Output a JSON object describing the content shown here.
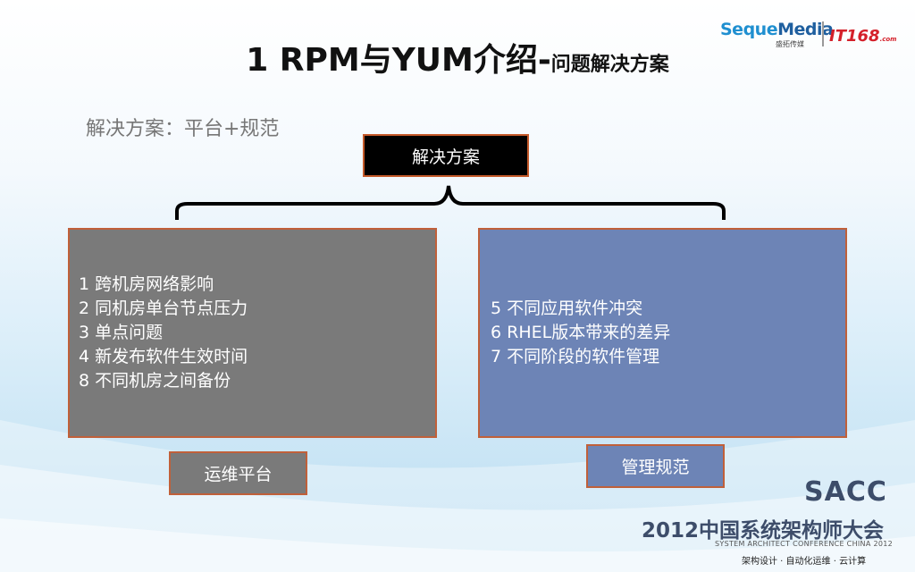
{
  "slide": {
    "title_main": "1 RPM与YUM介绍-",
    "title_sub": "问题解决方案",
    "lead": "解决方案：平台+规范",
    "top_box": "解决方案",
    "left_panel": {
      "items": [
        "1 跨机房网络影响",
        "2 同机房单台节点压力",
        "3 单点问题",
        "4 新发布软件生效时间",
        "8 不同机房之间备份"
      ],
      "label": "运维平台"
    },
    "right_panel": {
      "items": [
        "5 不同应用软件冲突",
        "6 RHEL版本带来的差异",
        "7 不同阶段的软件管理"
      ],
      "label": "管理规范"
    }
  },
  "logo": {
    "seque_a": "Seque",
    "seque_b": "Media",
    "seque_cn": "盛拓传媒",
    "it168": "IT168",
    "it168_suffix": ".com"
  },
  "footer": {
    "sacc": "SACC",
    "conference": "2012中国系统架构师大会",
    "conference_en": "SYSTEM ARCHITECT CONFERENCE CHINA 2012",
    "tagline": "架构设计 · 自动化运维 · 云计算"
  },
  "colors": {
    "left_panel": "#7a7a7a",
    "right_panel": "#6d84b6",
    "border": "#c0603a",
    "top_box": "#000000"
  }
}
